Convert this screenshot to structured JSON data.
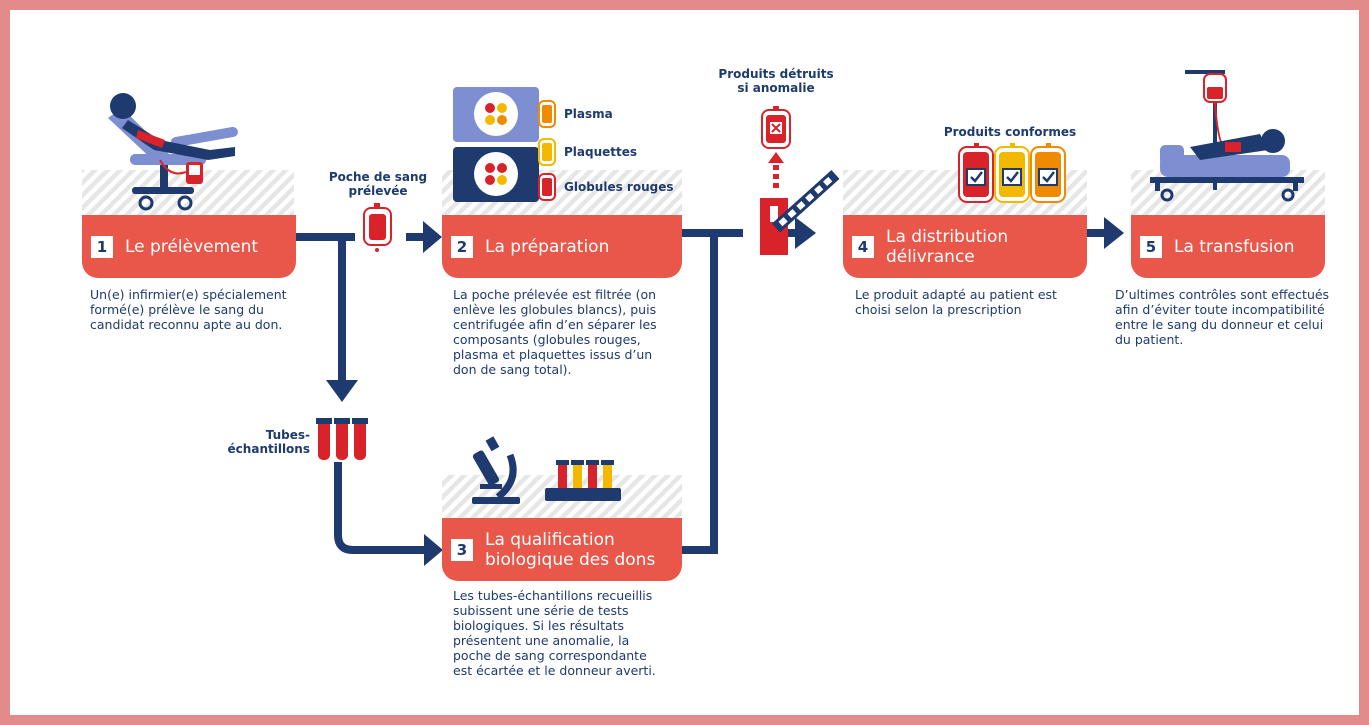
{
  "colors": {
    "frame": "#e38a8a",
    "box": "#e8574a",
    "navy": "#1e3a6e",
    "blood": "#d8232a",
    "plasma": "#f08a00",
    "platelets": "#f3b800",
    "stripe": "#e6e6e6",
    "patient": "#7d8fd0"
  },
  "steps": [
    {
      "num": "1",
      "title": [
        "Le prélèvement"
      ],
      "desc": [
        "Un(e) infirmier(e) spécialement",
        "formé(e) prélève le sang du",
        "candidat reconnu apte au don."
      ]
    },
    {
      "num": "2",
      "title": [
        "La préparation"
      ],
      "desc": [
        "La poche prélevée est filtrée (on",
        "enlève les globules blancs), puis",
        "centrifugée afin d’en séparer les",
        "composants (globules rouges,",
        "plasma et plaquettes issus d’un",
        "don de sang total)."
      ]
    },
    {
      "num": "3",
      "title": [
        "La qualification",
        "biologique des dons"
      ],
      "desc": [
        "Les tubes-échantillons recueillis",
        "subissent une série de tests",
        "biologiques. Si les résultats",
        "présentent une anomalie, la",
        "poche de sang correspondante",
        "est écartée et le donneur averti."
      ]
    },
    {
      "num": "4",
      "title": [
        "La distribution",
        "délivrance"
      ],
      "desc": [
        "Le produit adapté au patient est",
        "choisi selon la prescription"
      ]
    },
    {
      "num": "5",
      "title": [
        "La transfusion"
      ],
      "desc": [
        "D’ultimes contrôles sont effectués",
        "afin d’éviter toute incompatibilité",
        "entre le sang du donneur et celui",
        "du patient."
      ]
    }
  ],
  "labels": {
    "poche": [
      "Poche de sang",
      "prélevée"
    ],
    "tubes": [
      "Tubes-",
      "échantillons"
    ],
    "detruits": [
      "Produits détruits",
      "si anomalie"
    ],
    "conformes": "Produits conformes"
  },
  "components": [
    "Plasma",
    "Plaquettes",
    "Globules rouges"
  ],
  "icons": [
    "donor-chair-icon",
    "blood-bag-icon",
    "centrifuge-icon",
    "sample-tubes-icon",
    "microscope-icon",
    "test-tube-rack-icon",
    "destroyed-bag-icon",
    "barrier-gate-icon",
    "conform-bags-icon",
    "patient-bed-icon",
    "iv-drip-icon"
  ]
}
